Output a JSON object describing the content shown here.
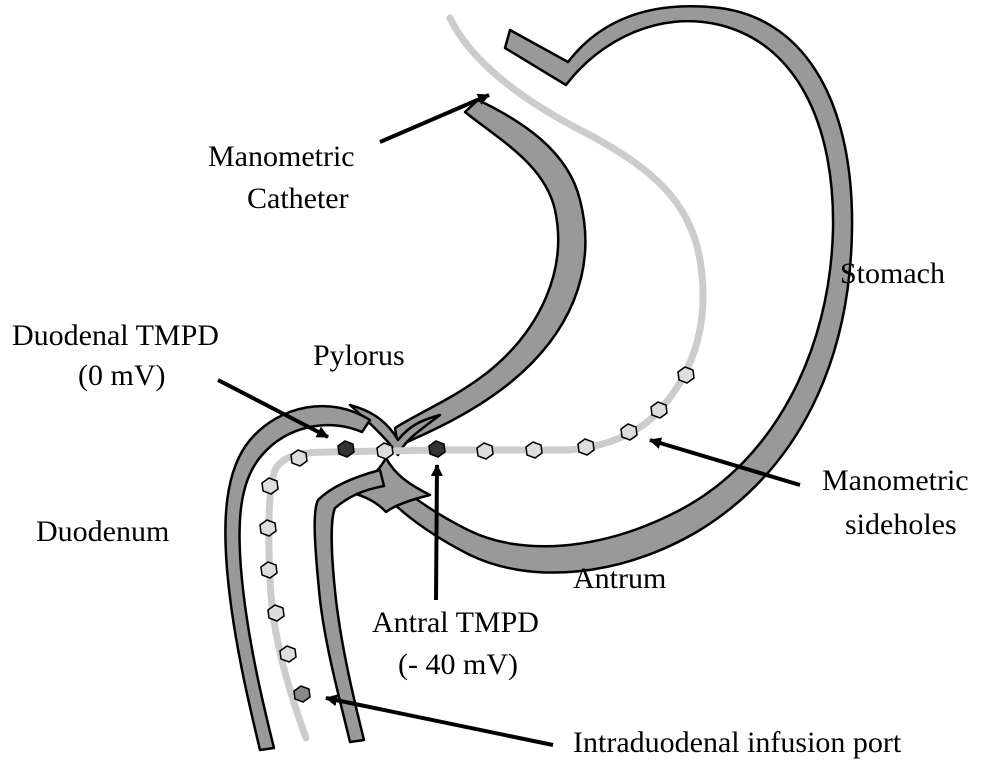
{
  "labels": {
    "manometric_catheter_line1": "Manometric",
    "manometric_catheter_line2": "Catheter",
    "stomach": "Stomach",
    "duodenal_tmpd_line1": "Duodenal TMPD",
    "duodenal_tmpd_line2": "(0 mV)",
    "pylorus": "Pylorus",
    "manometric_sideholes_line1": "Manometric",
    "manometric_sideholes_line2": "sideholes",
    "duodenum": "Duodenum",
    "antrum": "Antrum",
    "antral_tmpd_line1": "Antral TMPD",
    "antral_tmpd_line2": "(- 40 mV)",
    "infusion_port": "Intraduodenal infusion port"
  },
  "colors": {
    "wall_fill": "#999999",
    "wall_stroke": "#000000",
    "catheter": "#cccccc",
    "sidehole_fill": "#dddddd",
    "electrode_fill": "#333333",
    "arrow": "#000000"
  }
}
